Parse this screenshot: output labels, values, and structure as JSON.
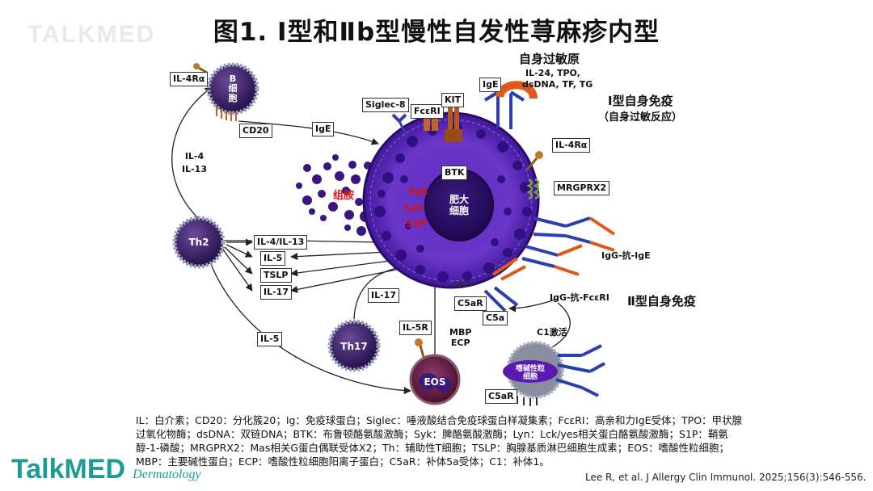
{
  "title": "图1. Ⅰ型和Ⅱb型慢性自发性荨麻疹内型",
  "watermark": "TALKMED",
  "headings": {
    "autoallergen": "自身过敏原",
    "autoallergen_list": [
      "IL-24, TPO,",
      "dsDNA, TF, TG"
    ],
    "type1": "Ⅰ型自身免疫",
    "type1_sub": "（自身过敏反应）",
    "type2": "Ⅱ型自身免疫"
  },
  "cells": {
    "b_cell": "B\n细\n胞",
    "th2": "Th2",
    "th17": "Th17",
    "eos": "EOS",
    "mast": "肥大\n细胞",
    "basophil": "嗜碱性粒\n细胞"
  },
  "boxes": {
    "il4ra_b": "IL-4Rα",
    "cd20": "CD20",
    "il4_il13_th2": "IL-4\nIL-13",
    "ige_arrow": "IgE",
    "siglec8": "Siglec-8",
    "fceri": "FcεRI",
    "kit": "KIT",
    "ige_mast": "IgE",
    "il4ra_mast": "IL-4Rα",
    "mrgprx2": "MRGPRX2",
    "btk": "BTK",
    "il4_il13": "IL-4/IL-13",
    "il5": "IL-5",
    "tslp": "TSLP",
    "il17": "IL-17",
    "il17_th17": "IL-17",
    "il5_th2": "IL-5",
    "il5r": "IL-5R",
    "mbp_ecp": "MBP\nECP",
    "c5ar_mast": "C5aR",
    "c5a": "C5a",
    "c5ar_baso": "C5aR"
  },
  "labels": {
    "histamine": "组胺",
    "syk": "Syk",
    "lyn": "Lyn",
    "s1p": "S1P",
    "igg_anti_ige": "IgG-抗-IgE",
    "igg_anti_fceri": "IgG-抗-FcεRI",
    "c1_activation": "C1激活"
  },
  "legend_text": "IL：白介素；CD20：分化簇20；Ig：免疫球蛋白；Siglec：唾液酸结合免疫球蛋白样凝集素；FcεRI：高亲和力IgE受体；TPO：甲状腺过氧化物酶；dsDNA：双链DNA；BTK：布鲁顿酪氨酸激酶；Syk：脾酪氨酸激酶；Lyn：Lck/yes相关蛋白酪氨酸激酶；S1P：鞘氨醇-1-磷酸；MRGPRX2：Mas相关G蛋白偶联受体X2；Th：辅助性T细胞；TSLP：胸腺基质淋巴细胞生成素；EOS：嗜酸性粒细胞；MBP：主要碱性蛋白；ECP：嗜酸性粒细胞阳离子蛋白；C5aR：补体5a受体；C1：补体1。",
  "citation": "Lee R, et al. J Allergy Clin Immunol. 2025;156(3):546-556.",
  "logo": {
    "main": "TalkMED",
    "sub": "Dermatology"
  },
  "colors": {
    "mast_cell": "#4a1aa0",
    "granule": "#3b1580",
    "nucleus": "#2a0a6a",
    "th_cell": "#3a1768",
    "cell_border": "#9aa3b8",
    "antibody_blue": "#2b3fb0",
    "antibody_orange": "#e0591a",
    "logo": "#1b9c95",
    "red_label": "#d11111"
  }
}
